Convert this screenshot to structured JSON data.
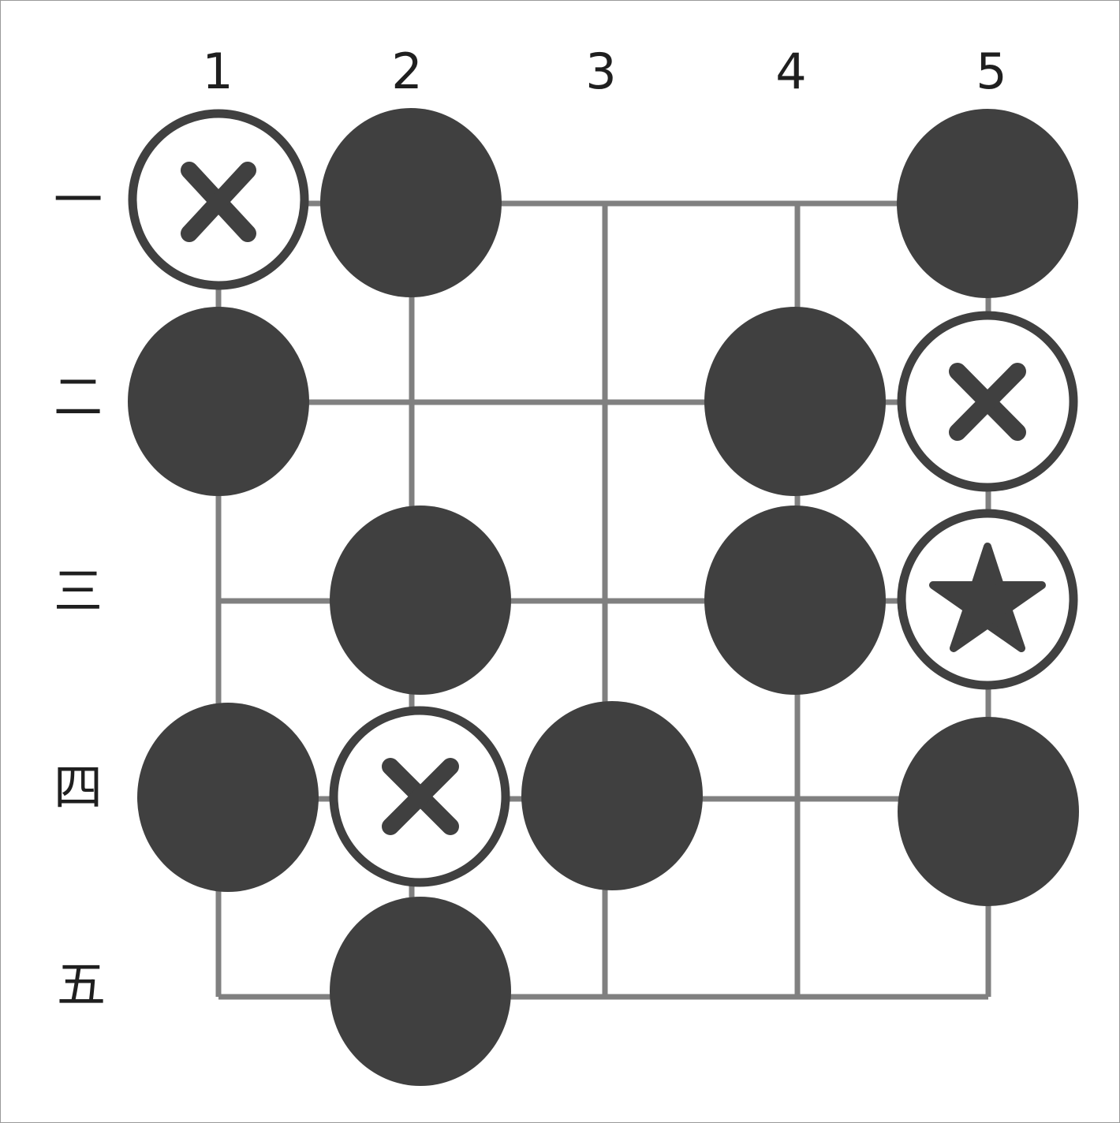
{
  "board": {
    "size": 5,
    "column_labels": [
      "1",
      "2",
      "3",
      "4",
      "5"
    ],
    "row_labels": [
      "一",
      "二",
      "三",
      "四",
      "五"
    ],
    "colors": {
      "line": "#808080",
      "stone_black": "#404040",
      "stone_white": "#ffffff",
      "marker": "#404040"
    },
    "stones": [
      {
        "col": 1,
        "row": 1,
        "color": "white",
        "mark": "x-icon"
      },
      {
        "col": 2,
        "row": 1,
        "color": "black",
        "mark": ""
      },
      {
        "col": 5,
        "row": 1,
        "color": "black",
        "mark": ""
      },
      {
        "col": 1,
        "row": 2,
        "color": "black",
        "mark": ""
      },
      {
        "col": 4,
        "row": 2,
        "color": "black",
        "mark": ""
      },
      {
        "col": 5,
        "row": 2,
        "color": "white",
        "mark": "x-icon"
      },
      {
        "col": 2,
        "row": 3,
        "color": "black",
        "mark": ""
      },
      {
        "col": 4,
        "row": 3,
        "color": "black",
        "mark": ""
      },
      {
        "col": 5,
        "row": 3,
        "color": "white",
        "mark": "star-icon"
      },
      {
        "col": 1,
        "row": 4,
        "color": "black",
        "mark": ""
      },
      {
        "col": 2,
        "row": 4,
        "color": "white",
        "mark": "x-icon"
      },
      {
        "col": 3,
        "row": 4,
        "color": "black",
        "mark": ""
      },
      {
        "col": 5,
        "row": 4,
        "color": "black",
        "mark": ""
      },
      {
        "col": 2,
        "row": 5,
        "color": "black",
        "mark": ""
      }
    ]
  }
}
